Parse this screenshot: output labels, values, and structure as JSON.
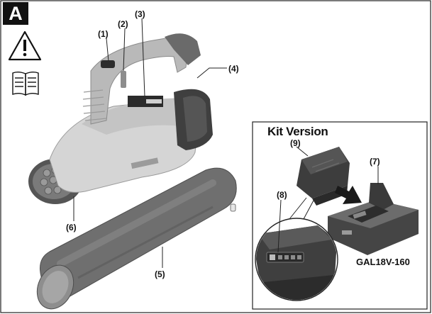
{
  "section_letter": "A",
  "callouts": {
    "c1": "(1)",
    "c2": "(2)",
    "c3": "(3)",
    "c4": "(4)",
    "c5": "(5)",
    "c6": "(6)",
    "c7": "(7)",
    "c8": "(8)",
    "c9": "(9)"
  },
  "kit": {
    "title": "Kit Version",
    "charger_model": "GAL18V-160"
  },
  "icons": [
    "warning-triangle-icon",
    "read-manual-book-icon"
  ],
  "colors": {
    "body_light": "#d9d9d9",
    "body_mid": "#a9a9a9",
    "body_dark": "#4a4a4a",
    "tube": "#6e6e6e",
    "ink": "#111111"
  }
}
